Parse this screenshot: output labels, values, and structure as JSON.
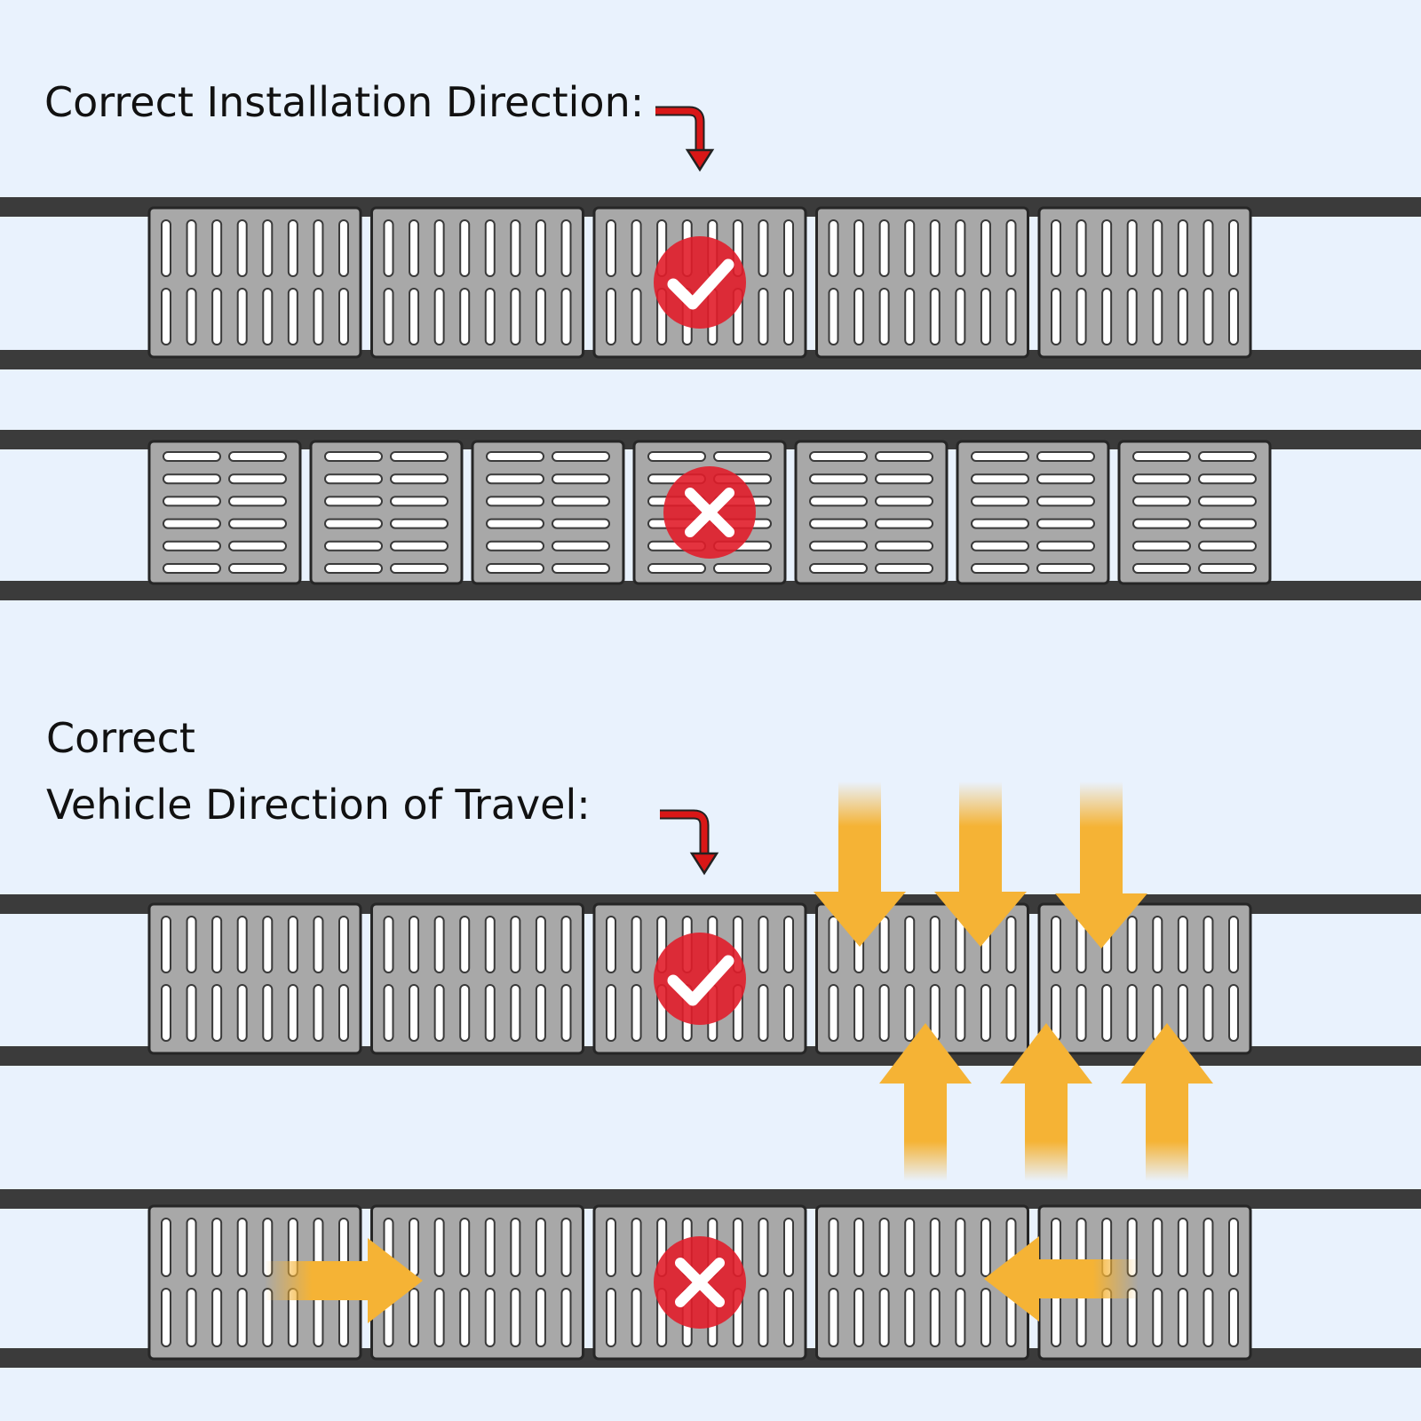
{
  "section_installation": {
    "heading": "Correct Installation Direction:"
  },
  "section_vehicle": {
    "heading_line1": "Correct",
    "heading_line2": "Vehicle Direction of Travel:"
  },
  "rows": [
    {
      "id": "installation-correct",
      "orientation": "vertical-slots",
      "panel_count": 5,
      "verdict": "correct",
      "marked_panel": 3
    },
    {
      "id": "installation-wrong",
      "orientation": "horizontal-slots",
      "panel_count": 7,
      "verdict": "wrong",
      "marked_panel": 4
    },
    {
      "id": "travel-correct",
      "orientation": "vertical-slots",
      "panel_count": 5,
      "verdict": "correct",
      "marked_panel": 3,
      "travel": "across-rails"
    },
    {
      "id": "travel-wrong",
      "orientation": "vertical-slots",
      "panel_count": 5,
      "verdict": "wrong",
      "marked_panel": 3,
      "travel": "along-rails"
    }
  ],
  "colors": {
    "background": "#e9f2fd",
    "rail": "#3b3b3b",
    "panel": "#a8a8a8",
    "slot": "#ffffff",
    "correct_badge": "#e11d2a",
    "wrong_badge": "#e11d2a",
    "pointer_arrow": "#d91717",
    "traffic_arrow": "#f5b335"
  },
  "icons": [
    "down-pointer-arrow-icon",
    "checkmark-icon",
    "x-mark-icon",
    "traffic-arrow-icon"
  ]
}
